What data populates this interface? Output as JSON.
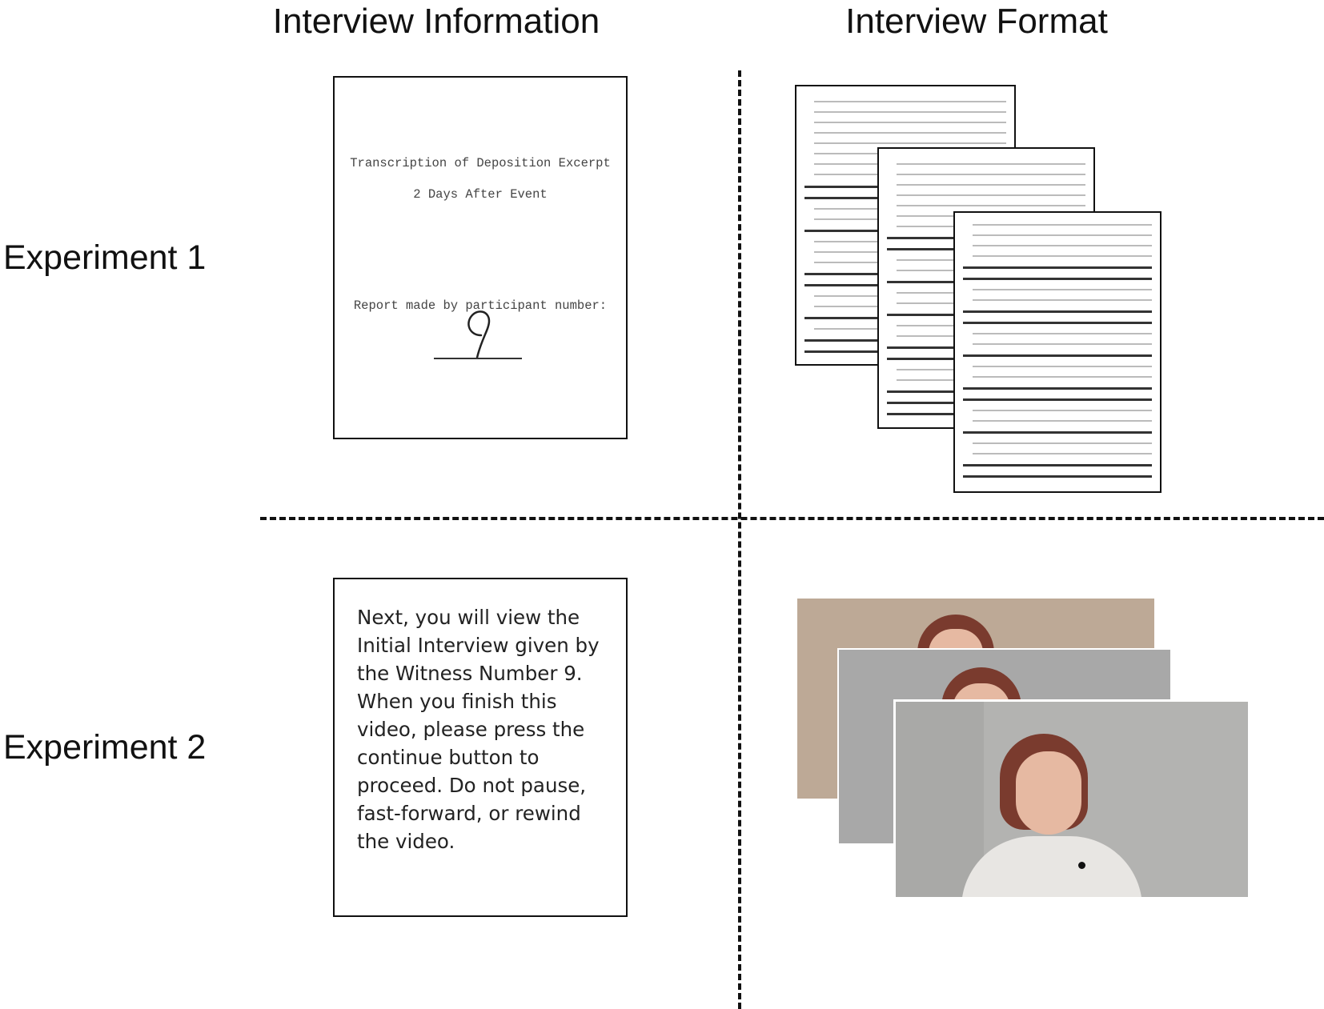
{
  "columns": {
    "info_header": "Interview Information",
    "format_header": "Interview Format"
  },
  "rows": {
    "exp1_label": "Experiment 1",
    "exp2_label": "Experiment 2"
  },
  "exp1_card": {
    "title": "Transcription of Deposition Excerpt",
    "subtitle": "2 Days After Event",
    "report_label": "Report made by participant number:",
    "participant_number": "9"
  },
  "exp2_card": {
    "text": "Next, you will view the Initial Interview given by the Witness Number 9. When you finish this video, please press the continue button to proceed. Do not pause, fast-forward, or rewind the video."
  },
  "colors": {
    "line": "#111111",
    "video_wall_back": "#bda996",
    "video_wall_mid": "#a8a8a8",
    "video_wall_front": "#b3b3b1",
    "sweater": "#e8e6e3",
    "hair": "#7a3b2e",
    "skin": "#e6b9a2"
  },
  "format_items": {
    "exp1": "transcript-page-stack",
    "exp2": "video-frame-stack"
  }
}
